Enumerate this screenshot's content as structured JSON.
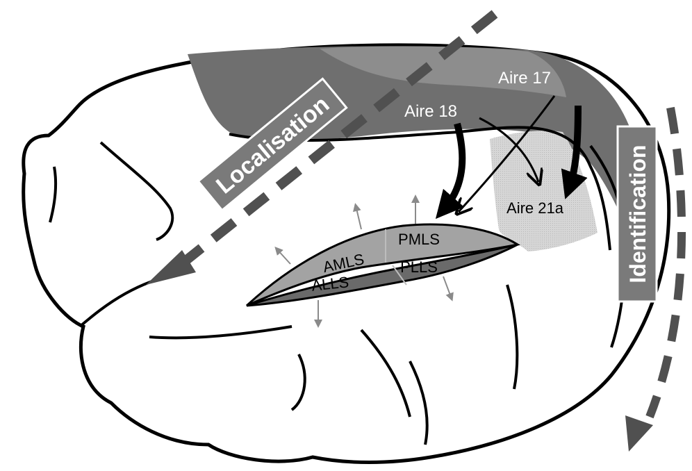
{
  "labels": {
    "localisation": "Localisation",
    "identification": "Identification",
    "area17": "Aire 17",
    "area18": "Aire 18",
    "area21a": "Aire 21a",
    "amls": "AMLS",
    "pmls": "PMLS",
    "alls": "ALLS",
    "plls": "PLLS"
  },
  "colors": {
    "brain_fill": "#ffffff",
    "outline": "#000000",
    "dorsal_band": "#6f6f6f",
    "dorsal_band_light": "#8d8d8d",
    "area21a_fill": "#d3d3d3",
    "sulcus_upper": "#a3a3a3",
    "sulcus_lower": "#6a6a6a",
    "stream_arrow": "#505050",
    "label_box": "#7a7a7a",
    "small_arrow": "#8a8a8a"
  }
}
